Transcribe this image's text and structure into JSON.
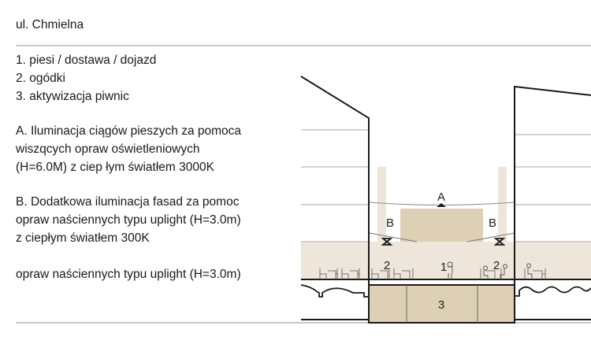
{
  "title": "ul. Chmielna",
  "legend": [
    "1. piesi / dostawa / dojazd",
    "2. ogódki",
    "3. aktywizacja piwnic"
  ],
  "notes": {
    "a": [
      "A. Iluminacja ciągów pieszych za pomoca",
      "wiszqcych opraw oświetleniowych",
      "(H=6.0M) z ciep łym światłem 3000K"
    ],
    "b": [
      "B. Dodatkowa iluminacja fasad za pomoc",
      "opraw naściennych typu uplight (H=3.0m)",
      "z ciepłym  światłem 300K"
    ],
    "c": "opraw naściennych typu uplight (H=3.0m)"
  },
  "diagram_labels": {
    "a": "A",
    "b_left": "B",
    "b_right": "B",
    "zone1": "1",
    "zone2_left": "2",
    "zone2_right": "2",
    "zone3": "3"
  },
  "colors": {
    "light_beige": "#eee6da",
    "dark_beige": "#ddd0b4",
    "line": "#1a1a1a",
    "gray": "#b5b5b5"
  }
}
